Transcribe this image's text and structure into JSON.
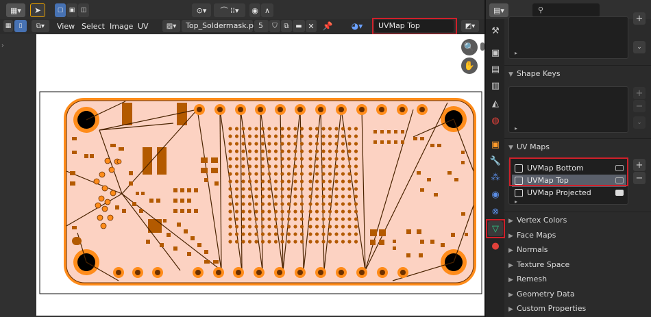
{
  "uv_editor": {
    "menus": [
      "View",
      "Select",
      "Image",
      "UV"
    ],
    "image_name": "Top_Soldermask.png",
    "image_users": "5",
    "uv_map_selector": "UVMap Top"
  },
  "properties": {
    "panels": {
      "shape_keys": "Shape Keys",
      "uv_maps": "UV Maps",
      "vertex_colors": "Vertex Colors",
      "face_maps": "Face Maps",
      "normals": "Normals",
      "texture_space": "Texture Space",
      "remesh": "Remesh",
      "geometry_data": "Geometry Data",
      "custom_properties": "Custom Properties"
    },
    "uv_maps": [
      {
        "name": "UVMap Bottom",
        "active": false
      },
      {
        "name": "UVMap Top",
        "active": true
      },
      {
        "name": "UVMap Projected",
        "active": false
      }
    ]
  },
  "colors": {
    "highlight_red": "#d0202a",
    "board_fill": "#fcd2c2",
    "copper": "#b35a00",
    "uv_edge": "#ff8c1a",
    "selection_blue": "#4772b3"
  }
}
